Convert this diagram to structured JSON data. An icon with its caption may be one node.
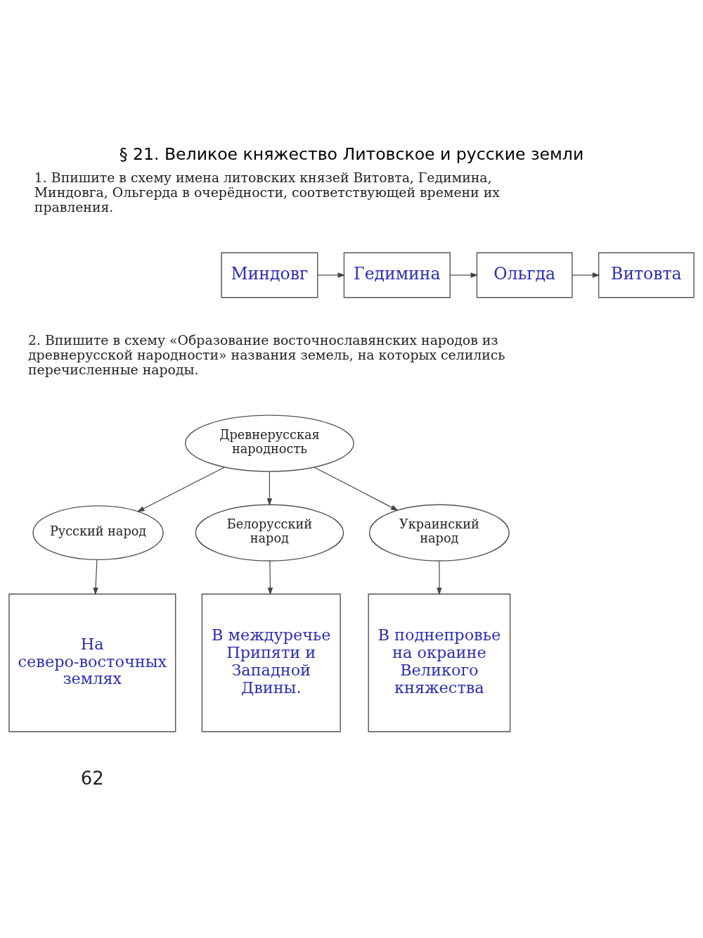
{
  "diagram": {
    "title": "§ 21. Великое княжество Литовское и русские земли",
    "nodes": [
      {
        "text": [
          "Миндовг"
        ]
      },
      {
        "text": [
          "Гедимина"
        ]
      },
      {
        "text": [
          "Ольгда"
        ]
      },
      {
        "text": [
          "Витовта"
        ]
      },
      {
        "text": [
          "Древнерусская народность"
        ]
      },
      {
        "text": [
          "Русский народ"
        ]
      },
      {
        "text": [
          "Белорусский народ"
        ]
      },
      {
        "text": [
          "Украинский народ"
        ]
      },
      {
        "text": [
          "На северо-восточных землях"
        ]
      },
      {
        "text": [
          "В междуречье Припяти и Западной Двины."
        ]
      },
      {
        "text": [
          "В поднепровье на окраине Великого княжества"
        ]
      }
    ],
    "edges": [
      {
        "from": 0,
        "to": 1,
        "arrow": "to"
      },
      {
        "from": 1,
        "to": 2,
        "arrow": "to"
      },
      {
        "from": 2,
        "to": 3,
        "arrow": "to"
      },
      {
        "from": 4,
        "to": 5,
        "arrow": "to"
      },
      {
        "from": 4,
        "to": 6,
        "arrow": "to"
      },
      {
        "from": 4,
        "to": 7,
        "arrow": "to"
      },
      {
        "from": 5,
        "to": 8,
        "arrow": "to"
      },
      {
        "from": 6,
        "to": 9,
        "arrow": "to"
      },
      {
        "from": 7,
        "to": 10,
        "arrow": "to"
      }
    ],
    "labels": [
      "1. Впишите в схему имена литовских князей Витовта, Гедимина, Миндовга, Ольгерда в очерёдности, соответствующей времени их правления.",
      "2. Впишите в схему «Образование восточнославянских народов из древнерусской народности» названия земель, на которых селились перечисленные народы.",
      "62"
    ]
  }
}
